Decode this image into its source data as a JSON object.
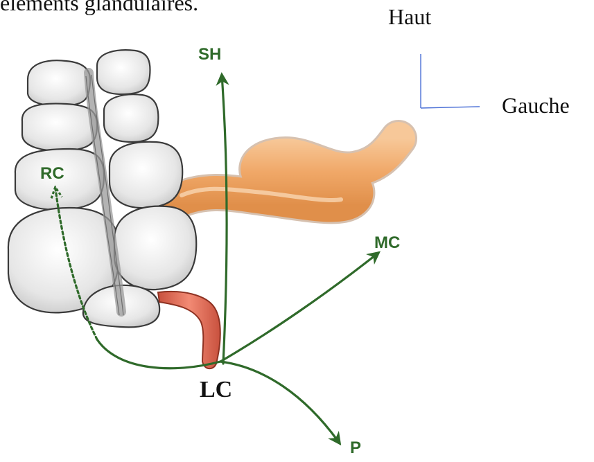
{
  "caption_fragment": "éléments glandulaires.",
  "orientation": {
    "up_label": "Haut",
    "left_label": "Gauche",
    "axis_color": "#4a6fd6"
  },
  "arrows": {
    "sh": "SH",
    "rc": "RC",
    "mc": "MC",
    "p": "P",
    "color": "#2f6a2a"
  },
  "origin_label": "LC",
  "colors": {
    "colon_fill": "#e8e8e8",
    "colon_stroke": "#3a3a3a",
    "taenia": "#bdbdbd",
    "ileum": "#f1a96a",
    "appendix": "#e8735f"
  }
}
